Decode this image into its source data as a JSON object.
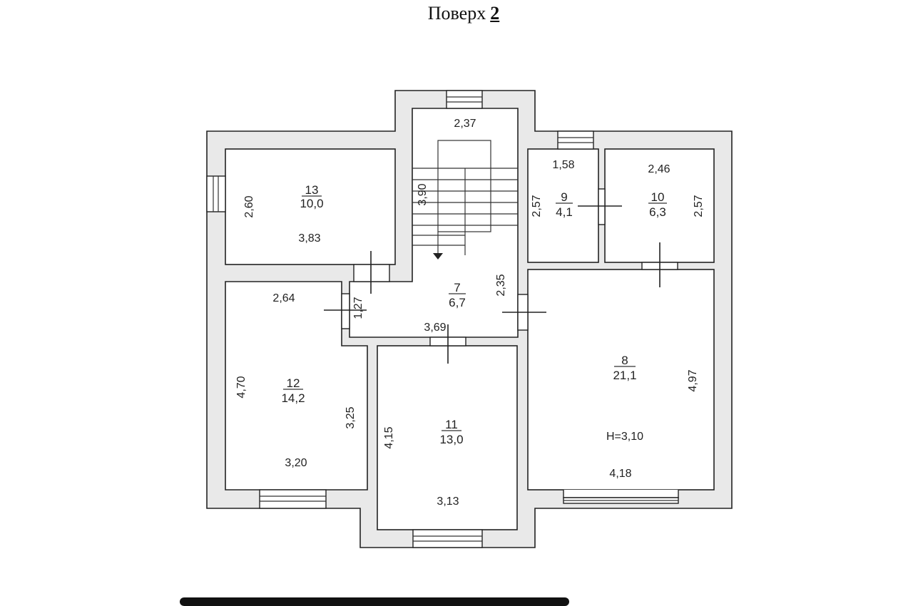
{
  "title": {
    "label": "Поверх",
    "number": "2"
  },
  "rooms": {
    "r7": {
      "num": "7",
      "area": "6,7"
    },
    "r8": {
      "num": "8",
      "area": "21,1"
    },
    "r9": {
      "num": "9",
      "area": "4,1"
    },
    "r10": {
      "num": "10",
      "area": "6,3"
    },
    "r11": {
      "num": "11",
      "area": "13,0"
    },
    "r12": {
      "num": "12",
      "area": "14,2"
    },
    "r13": {
      "num": "13",
      "area": "10,0"
    }
  },
  "dims": {
    "stair_w": "2,37",
    "stair_h": "3,90",
    "r13_h": "2,60",
    "r13_w": "3,83",
    "r9_w": "1,58",
    "r9_h": "2,57",
    "r10_w": "2,46",
    "r10_h": "2,57",
    "r12_w_top": "2,64",
    "r12_door": "1,27",
    "r7_h": "2,35",
    "r7_w": "3,69",
    "r12_h": "4,70",
    "r12_h2": "3,25",
    "r12_w": "3,20",
    "r11_h": "4,15",
    "r11_w": "3,13",
    "r8_h": "4,97",
    "r8_w": "4,18",
    "ceiling": "H=3,10"
  }
}
